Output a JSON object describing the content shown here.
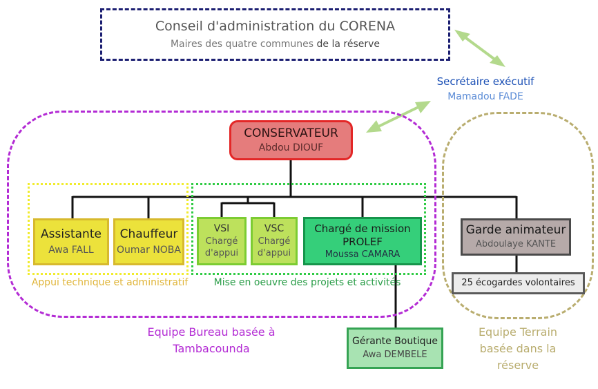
{
  "board": {
    "title": "Conseil d'administration du CORENA",
    "subtitle_a": "Maires des quatre communes ",
    "subtitle_b": "de la réserve"
  },
  "secretary": {
    "title": "Secrétaire exécutif",
    "name": "Mamadou FADE"
  },
  "conservateur": {
    "title": "CONSERVATEUR",
    "name": "Abdou DIOUF"
  },
  "assistante": {
    "title": "Assistante",
    "name": "Awa FALL"
  },
  "chauffeur": {
    "title": "Chauffeur",
    "name": "Oumar NOBA"
  },
  "vsi": {
    "title": "VSI",
    "role": "Chargé d'appui"
  },
  "vsc": {
    "title": "VSC",
    "role": "Chargé d'appui"
  },
  "mission": {
    "title": "Chargé de mission PROLEF",
    "name": "Moussa CAMARA"
  },
  "garde": {
    "title": "Garde animateur",
    "name": "Abdoulaye KANTE"
  },
  "ecogardes": {
    "label": "25 écogardes volontaires"
  },
  "boutique": {
    "title": "Gérante Boutique",
    "name": "Awa DEMBELE"
  },
  "groups": {
    "appui": "Appui technique et administratif",
    "projets": "Mise en oeuvre des projets et activités"
  },
  "zones": {
    "bureau": "Equipe Bureau basée à Tambacounda",
    "terrain": "Equipe Terrain basée dans la réserve"
  },
  "colors": {
    "board_border": "#1c1f72",
    "bureau_zone": "#b32bd4",
    "terrain_zone": "#b9ad6f",
    "arrow": "#b3d98c",
    "conservateur_fill": "#e57c7c",
    "mission_fill": "#35cf7a"
  }
}
